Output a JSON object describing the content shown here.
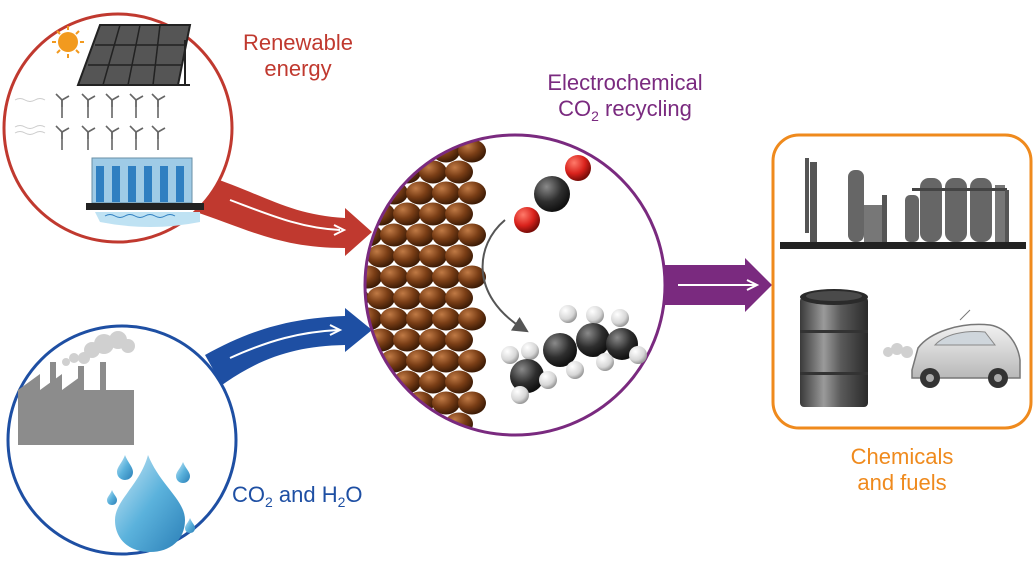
{
  "labels": {
    "renewable_line1": "Renewable",
    "renewable_line2": "energy",
    "electro_line1": "Electrochemical",
    "electro_line2_pre": "CO",
    "electro_line2_sub": "2",
    "electro_line2_post": " recycling",
    "chem_line1": "Chemicals",
    "chem_line2": "and fuels",
    "co2_pre": "CO",
    "co2_sub": "2",
    "co2_mid": " and H",
    "h2o_sub": "2",
    "h2o_post": "O"
  },
  "colors": {
    "renewable": "#c0392f",
    "water": "#1e4fa3",
    "electro": "#7a2a7f",
    "products": "#ef8a1d",
    "catalyst": "#7a3e16",
    "oxygen": "#d9221c",
    "carbon": "#333333",
    "hydrogen": "#dddddd",
    "factory": "#666666"
  }
}
